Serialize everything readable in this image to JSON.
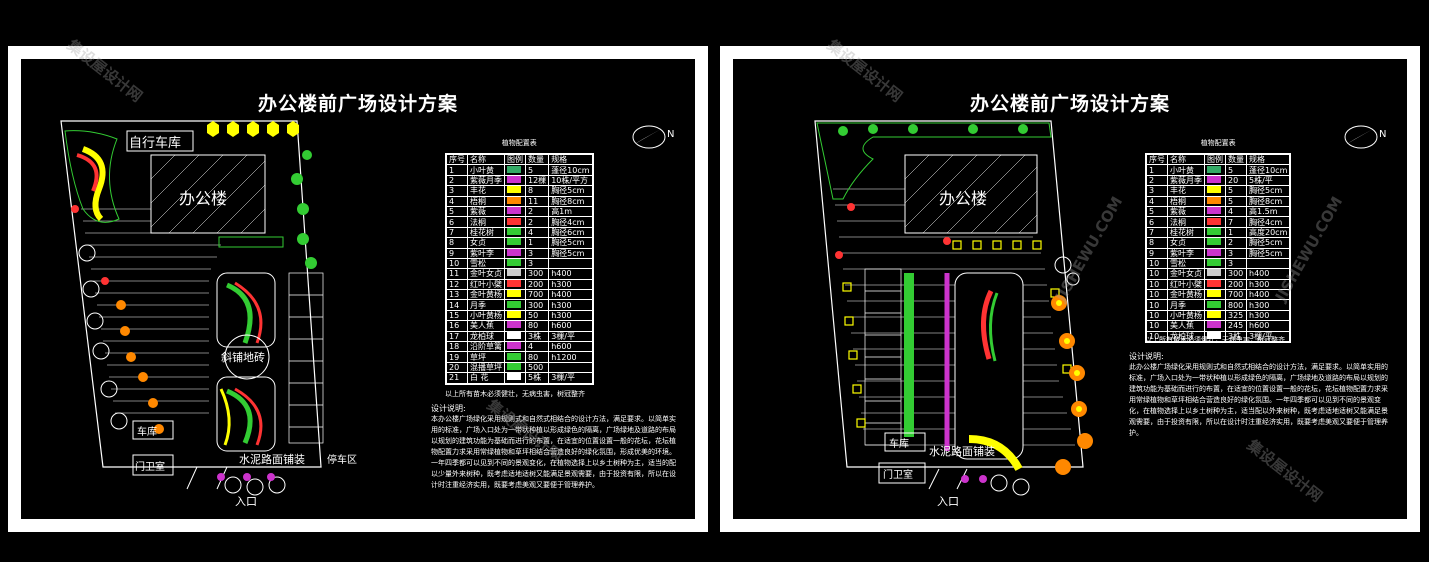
{
  "sheets": [
    {
      "title": "办公楼前广场设计方案",
      "legend_caption": "植物配置表",
      "legend_headers": [
        "序号",
        "名称",
        "图例",
        "数量",
        "规格"
      ],
      "legend_rows": [
        [
          "1",
          "小叶黄",
          "#3a6",
          "5",
          "蓬径10cm"
        ],
        [
          "2",
          "紫薇月季",
          "#c3c",
          "12棵",
          "10株/平方"
        ],
        [
          "3",
          "丰花",
          "#ff0",
          "8",
          "胸径5cm"
        ],
        [
          "4",
          "梧桐",
          "#f80",
          "11",
          "胸径8cm"
        ],
        [
          "5",
          "紫薇",
          "#c3c",
          "2",
          "高1m"
        ],
        [
          "6",
          "法桐",
          "#f33",
          "2",
          "胸径4cm"
        ],
        [
          "7",
          "桂花树",
          "#3c3",
          "4",
          "胸径6cm"
        ],
        [
          "8",
          "女贞",
          "#3c3",
          "1",
          "胸径5cm"
        ],
        [
          "9",
          "紫叶李",
          "#c3c",
          "3",
          "胸径5cm"
        ],
        [
          "10",
          "雪松",
          "#3c3",
          "3",
          ""
        ],
        [
          "11",
          "金叶女贞",
          "#ccc",
          "300",
          "h400"
        ],
        [
          "12",
          "红叶小檗",
          "#f33",
          "200",
          "h300"
        ],
        [
          "13",
          "金叶黄杨",
          "#ff0",
          "700",
          "h400"
        ],
        [
          "14",
          "月季",
          "#3c3",
          "300",
          "h300"
        ],
        [
          "15",
          "小叶黄杨",
          "#ff0",
          "50",
          "h300"
        ],
        [
          "16",
          "美人蕉",
          "#c3c",
          "80",
          "h600"
        ],
        [
          "17",
          "龙柏球",
          "#fff",
          "3株",
          "3棵/平"
        ],
        [
          "18",
          "沿阶草篱",
          "#c3c",
          "4",
          "h600"
        ],
        [
          "19",
          "草坪",
          "#3c3",
          "80",
          "h1200"
        ],
        [
          "20",
          "混播草坪",
          "#3c3",
          "500",
          ""
        ],
        [
          "21",
          "白 花",
          "#fff",
          "5株",
          "3棵/平"
        ]
      ],
      "legend_note": "以上所有苗木必须健壮，无病虫害，树冠整齐",
      "notes_title": "设计说明:",
      "notes_text": "  本办公楼广场绿化采用规则式和自然式相结合的设计方法，满足要求。以简单实用的标准，广场入口处为一带状种植以形成绿色的隔离，广场绿地及道路的布局以规划的建筑功能为基础而进行的布置，在适宜的位置设置一般的花坛，花坛植物配置力求采用常绿植物和草坪相结合营造良好的绿化氛围，形成优美的环境。一年四季都可以见到不同的景观变化，在植物选择上以乡土树种为主，适当的配以少量外来树种，既考虑适地适树又能满足景观需要，由于投资有限，所以在设计时注重经济实用，既要考虑美观又要便于管理养护。",
      "labels": {
        "building": "办公楼",
        "bike": "自行车库",
        "paving": "斜铺地砖",
        "cement": "水泥路面铺装",
        "parking": "停车区",
        "garage": "车库",
        "guard": "门卫室",
        "entrance": "入口"
      },
      "north": "N"
    },
    {
      "title": "办公楼前广场设计方案",
      "legend_caption": "植物配置表",
      "legend_headers": [
        "序号",
        "名称",
        "图例",
        "数量",
        "规格"
      ],
      "legend_rows": [
        [
          "1",
          "小叶黄",
          "#3a6",
          "5",
          "蓬径10cm"
        ],
        [
          "2",
          "紫薇月季",
          "#c3c",
          "20",
          "5株/平"
        ],
        [
          "3",
          "丰花",
          "#ff0",
          "5",
          "胸径5cm"
        ],
        [
          "4",
          "梧桐",
          "#f80",
          "5",
          "胸径8cm"
        ],
        [
          "5",
          "紫薇",
          "#c3c",
          "4",
          "高1.5m"
        ],
        [
          "6",
          "法桐",
          "#f33",
          "7",
          "胸径4cm"
        ],
        [
          "7",
          "桂花树",
          "#3c3",
          "1",
          "高度20cm"
        ],
        [
          "8",
          "女贞",
          "#3c3",
          "2",
          "胸径5cm"
        ],
        [
          "9",
          "紫叶李",
          "#c3c",
          "3",
          "胸径5cm"
        ],
        [
          "10",
          "雪松",
          "#3c3",
          "3",
          ""
        ],
        [
          "10",
          "金叶女贞",
          "#ccc",
          "300",
          "h400"
        ],
        [
          "10",
          "红叶小檗",
          "#f33",
          "200",
          "h300"
        ],
        [
          "10",
          "金叶黄杨",
          "#ff0",
          "700",
          "h400"
        ],
        [
          "10",
          "月季",
          "#3c3",
          "800",
          "h300"
        ],
        [
          "10",
          "小叶黄杨",
          "#ff0",
          "325",
          "h300"
        ],
        [
          "10",
          "美人蕉",
          "#c3c",
          "245",
          "h600"
        ],
        [
          "10",
          "龙柏球",
          "#fff",
          "3株",
          "3棵/平"
        ]
      ],
      "legend_note": "以上所有苗木必须健壮，无病虫害，树冠整齐",
      "notes_title": "设计说明:",
      "notes_text": "  此办公楼广场绿化采用规则式和自然式相结合的设计方法，满足要求。以简单实用的标准，广场入口处为一带状种植以形成绿色的隔离，广场绿地及道路的布局以规划的建筑功能为基础而进行的布置，在适宜的位置设置一般的花坛，花坛植物配置力求采用常绿植物和草坪相结合营造良好的绿化氛围。一年四季都可以见到不同的景观变化，在植物选择上以乡土树种为主，适当配以外来树种，既考虑适地适树又能满足景观需要，由于投资有限，所以在设计时注重经济实用，既要考虑美观又要便于管理养护。",
      "labels": {
        "building": "办公楼",
        "cement": "水泥路面铺装",
        "garage": "车库",
        "guard": "门卫室",
        "entrance": "入口"
      },
      "north": "N"
    }
  ],
  "watermarks": [
    "集设屋设计网",
    "JISHEWU.COM"
  ]
}
